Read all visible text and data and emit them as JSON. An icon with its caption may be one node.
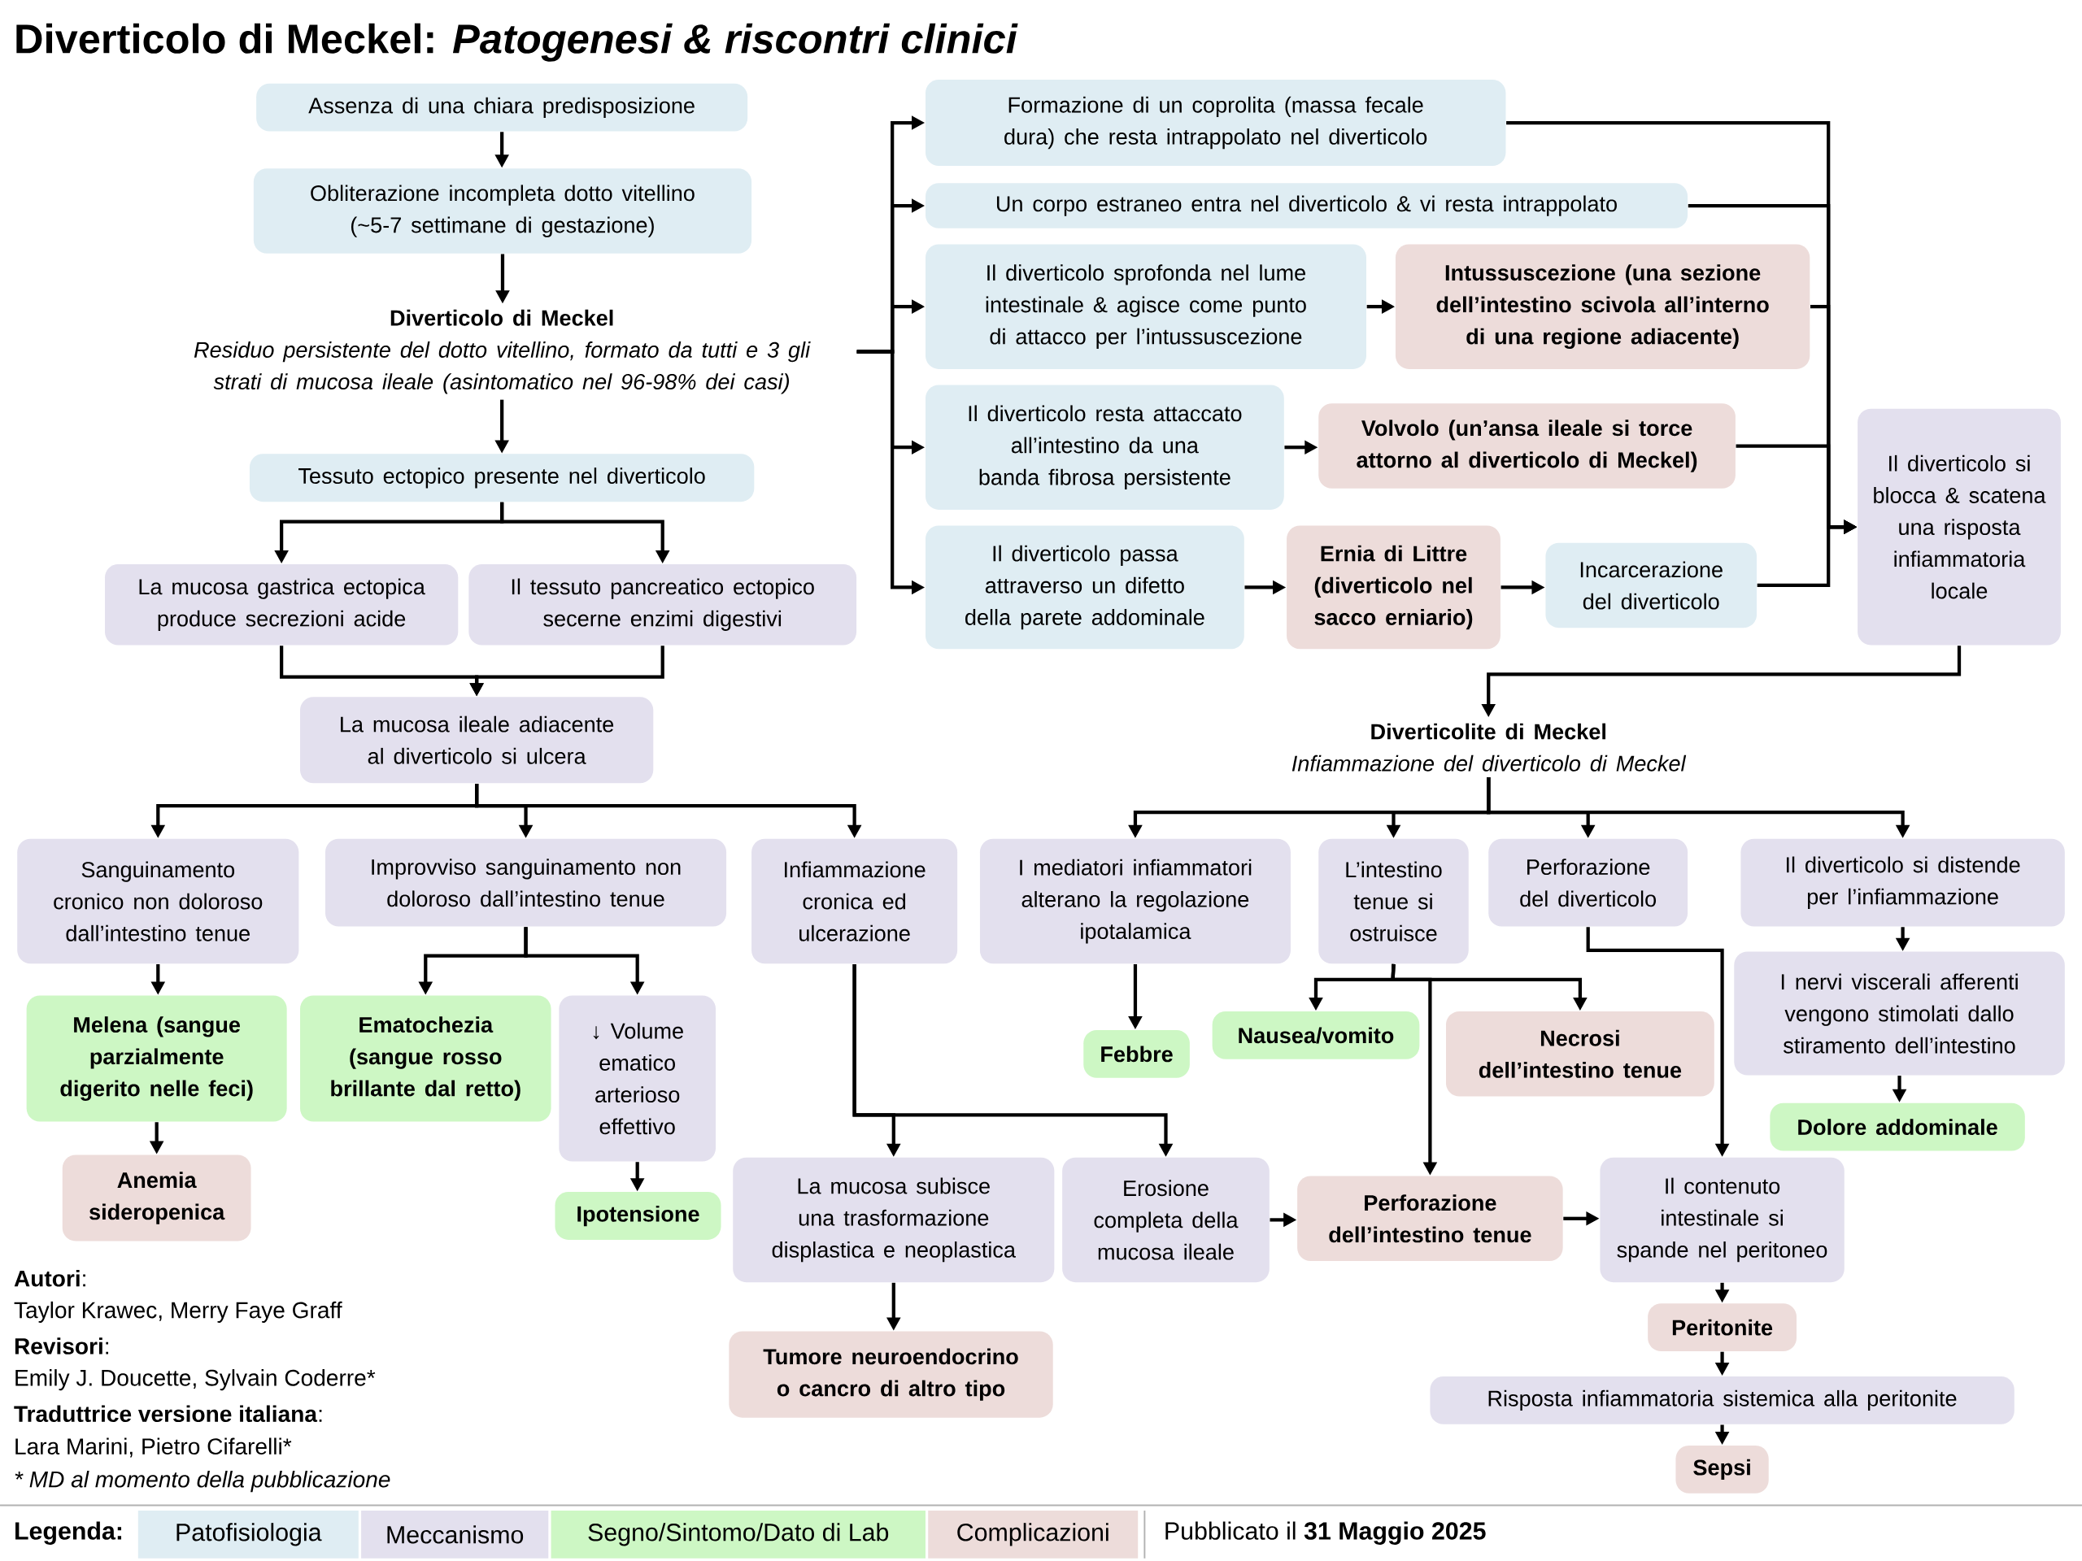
{
  "diagram": {
    "title": "Diverticolo di Meckel: *Patogenesi & riscontri clinici*",
    "nodes": [
      {
        "text": [
          "Assenza di una chiara predisposizione"
        ]
      },
      {
        "text": [
          "Obliterazione incompleta dotto vitellino (~5-7 settimane di gestazione)"
        ]
      },
      {
        "text": [
          "Diverticolo di Meckel",
          "Residuo persistente del dotto vitellino, formato da tutti e 3 gli strati di mucosa ileale (asintomatico nel 96-98% dei casi)"
        ]
      },
      {
        "text": [
          "Tessuto ectopico presente nel diverticolo"
        ]
      },
      {
        "text": [
          "La mucosa gastrica ectopica produce secrezioni acide"
        ]
      },
      {
        "text": [
          "Il tessuto pancreatico ectopico secerne enzimi digestivi"
        ]
      },
      {
        "text": [
          "La mucosa ileale adiacente al diverticolo si ulcera"
        ]
      },
      {
        "text": [
          "Sanguinamento cronico non doloroso dall’intestino tenue"
        ]
      },
      {
        "text": [
          "Improvviso sanguinamento non doloroso dall’intestino tenue"
        ]
      },
      {
        "text": [
          "Infiammazione cronica ed ulcerazione"
        ]
      },
      {
        "text": [
          "Melena (sangue parzialmente digerito nelle feci)"
        ]
      },
      {
        "text": [
          "Anemia sideropenica"
        ]
      },
      {
        "text": [
          "Ematochezia (sangue rosso brillante dal retto)"
        ]
      },
      {
        "text": [
          "↓ Volume ematico arterioso effettivo"
        ]
      },
      {
        "text": [
          "Ipotensione"
        ]
      },
      {
        "text": [
          "La mucosa subisce una trasformazione displastica e neoplastica"
        ]
      },
      {
        "text": [
          "Erosione completa della mucosa ileale"
        ]
      },
      {
        "text": [
          "Tumore neuroendocrino o cancro di altro tipo"
        ]
      },
      {
        "text": [
          "Formazione di un coprolita (massa fecale dura) che resta intrappolato nel diverticolo"
        ]
      },
      {
        "text": [
          "Un corpo estraneo entra nel diverticolo & vi resta intrappolato"
        ]
      },
      {
        "text": [
          "Il diverticolo sprofonda nel lume intestinale & agisce come punto di attacco per l’intussuscezione"
        ]
      },
      {
        "text": [
          "Intussuscezione (una sezione dell’intestino scivola all’interno di una regione adiacente)"
        ]
      },
      {
        "text": [
          "Il diverticolo resta attaccato all’intestino da una banda fibrosa persistente"
        ]
      },
      {
        "text": [
          "Volvolo (un’ansa ileale si torce attorno al diverticolo di Meckel)"
        ]
      },
      {
        "text": [
          "Il diverticolo passa attraverso un difetto della parete addominale"
        ]
      },
      {
        "text": [
          "Ernia di Littre (diverticolo nel sacco erniario)"
        ]
      },
      {
        "text": [
          "Incarcerazione del diverticolo"
        ]
      },
      {
        "text": [
          "Il diverticolo si blocca & scatena una risposta infiammatoria locale"
        ]
      },
      {
        "text": [
          "Diverticolite di Meckel",
          "Infiammazione del diverticolo di Meckel"
        ]
      },
      {
        "text": [
          "I mediatori infiammatori alterano la regolazione ipotalamica"
        ]
      },
      {
        "text": [
          "L’intestino tenue si ostruisce"
        ]
      },
      {
        "text": [
          "Perforazione del diverticolo"
        ]
      },
      {
        "text": [
          "Il diverticolo si distende per l’infiammazione"
        ]
      },
      {
        "text": [
          "Febbre"
        ]
      },
      {
        "text": [
          "Nausea/vomito"
        ]
      },
      {
        "text": [
          "Necrosi dell’intestino tenue"
        ]
      },
      {
        "text": [
          "I nervi viscerali afferenti vengono stimolati dallo stiramento dell’intestino"
        ]
      },
      {
        "text": [
          "Dolore addominale"
        ]
      },
      {
        "text": [
          "Perforazione dell’intestino tenue"
        ]
      },
      {
        "text": [
          "Il contenuto intestinale si spande nel peritoneo"
        ]
      },
      {
        "text": [
          "Peritonite"
        ]
      },
      {
        "text": [
          "Risposta infiammatoria sistemica alla peritonite"
        ]
      },
      {
        "text": [
          "Sepsi"
        ]
      }
    ],
    "edges": [
      {
        "from": 0,
        "to": 1,
        "arrow": "to"
      },
      {
        "from": 1,
        "to": 2,
        "arrow": "to"
      },
      {
        "from": 2,
        "to": 3,
        "arrow": "to"
      },
      {
        "from": 3,
        "to": 4,
        "arrow": "to"
      },
      {
        "from": 3,
        "to": 5,
        "arrow": "to"
      },
      {
        "from": 4,
        "to": 6,
        "arrow": "to"
      },
      {
        "from": 5,
        "to": 6,
        "arrow": "to"
      },
      {
        "from": 6,
        "to": 7,
        "arrow": "to"
      },
      {
        "from": 6,
        "to": 8,
        "arrow": "to"
      },
      {
        "from": 6,
        "to": 9,
        "arrow": "to"
      },
      {
        "from": 7,
        "to": 10,
        "arrow": "to"
      },
      {
        "from": 10,
        "to": 11,
        "arrow": "to"
      },
      {
        "from": 8,
        "to": 12,
        "arrow": "to"
      },
      {
        "from": 8,
        "to": 13,
        "arrow": "to"
      },
      {
        "from": 13,
        "to": 14,
        "arrow": "to"
      },
      {
        "from": 9,
        "to": 15,
        "arrow": "to"
      },
      {
        "from": 9,
        "to": 16,
        "arrow": "to"
      },
      {
        "from": 15,
        "to": 17,
        "arrow": "to"
      },
      {
        "from": 16,
        "to": 38,
        "arrow": "to"
      },
      {
        "from": 38,
        "to": 39,
        "arrow": "to"
      },
      {
        "from": 2,
        "to": 18,
        "arrow": "to"
      },
      {
        "from": 2,
        "to": 19,
        "arrow": "to"
      },
      {
        "from": 2,
        "to": 20,
        "arrow": "to"
      },
      {
        "from": 2,
        "to": 22,
        "arrow": "to"
      },
      {
        "from": 2,
        "to": 24,
        "arrow": "to"
      },
      {
        "from": 20,
        "to": 21,
        "arrow": "to"
      },
      {
        "from": 22,
        "to": 23,
        "arrow": "to"
      },
      {
        "from": 24,
        "to": 25,
        "arrow": "to"
      },
      {
        "from": 25,
        "to": 26,
        "arrow": "to"
      },
      {
        "from": 18,
        "to": 27,
        "arrow": "to"
      },
      {
        "from": 19,
        "to": 27,
        "arrow": "to"
      },
      {
        "from": 21,
        "to": 27,
        "arrow": "to"
      },
      {
        "from": 23,
        "to": 27,
        "arrow": "to"
      },
      {
        "from": 26,
        "to": 27,
        "arrow": "to"
      },
      {
        "from": 27,
        "to": 28,
        "arrow": "to"
      },
      {
        "from": 28,
        "to": 29,
        "arrow": "to"
      },
      {
        "from": 28,
        "to": 30,
        "arrow": "to"
      },
      {
        "from": 28,
        "to": 31,
        "arrow": "to"
      },
      {
        "from": 28,
        "to": 32,
        "arrow": "to"
      },
      {
        "from": 29,
        "to": 33,
        "arrow": "to"
      },
      {
        "from": 30,
        "to": 34,
        "arrow": "to"
      },
      {
        "from": 30,
        "to": 35,
        "arrow": "to"
      },
      {
        "from": 30,
        "to": 38,
        "arrow": "to"
      },
      {
        "from": 31,
        "to": 39,
        "arrow": "to"
      },
      {
        "from": 32,
        "to": 36,
        "arrow": "to"
      },
      {
        "from": 36,
        "to": 37,
        "arrow": "to"
      },
      {
        "from": 39,
        "to": 40,
        "arrow": "to"
      },
      {
        "from": 40,
        "to": 41,
        "arrow": "to"
      },
      {
        "from": 41,
        "to": 42,
        "arrow": "to"
      }
    ],
    "labels": [
      "**Autori**:",
      "Taylor Krawec, Merry Faye Graff",
      "**Revisori**:",
      "Emily J. Doucette, Sylvain Coderre*",
      "**Traduttrice versione italiana**:",
      "Lara Marini, Pietro Cifarelli*",
      "* MD al momento della pubblicazione",
      "Legenda:",
      "Pubblicato il **31 Maggio 2025**"
    ],
    "legend": [
      {
        "text": "Patofisiologia",
        "color": "#dfedf3"
      },
      {
        "text": "Meccanismo",
        "color": "#e3e0ee"
      },
      {
        "text": "Segno/Sintomo/Dato di Lab",
        "color": "#cdf7c4"
      },
      {
        "text": "Complicazioni",
        "color": "#eddcda"
      }
    ]
  }
}
